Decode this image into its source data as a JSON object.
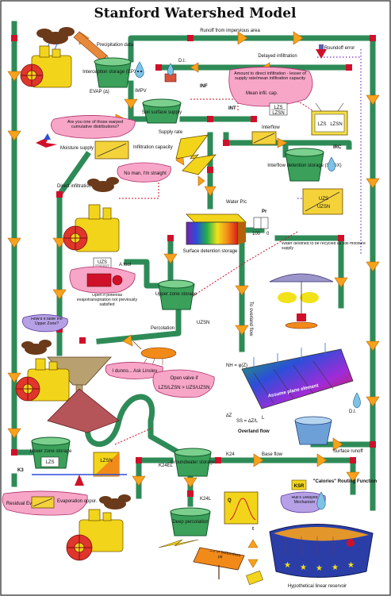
{
  "title": "Stanford Watershed Model",
  "labels": {
    "precipitation_data": "Precipitation data",
    "runoff_impervious": "Runoff from impervious area",
    "delayed_infiltration": "Delayed infiltration",
    "interception_storage": "Interception storage (EPXM)",
    "evap": "EVAP (∆)",
    "impv": "IMPV",
    "di": "D.I.",
    "inf": "INF",
    "int": "INT",
    "roundoff_error": "Roundoff error",
    "amount_direct_infiltration": "Amount to direct infiltration - lesser of supply rate/mean infiltration capacity",
    "mean_infil_cap": "Mean infil. cap.",
    "lzs": "LZS",
    "lzsn": "LZSN",
    "soil_surface_supply": "Soil surface supply",
    "supply_rate": "Supply rate",
    "interflow": "Interflow",
    "irc": "IRC",
    "interflow_detention_storage": "Interflow detention storage (SRGX)",
    "warped_question": "Are you one of those warped cumulative distributions?",
    "moisture_supply": "Moisture supply",
    "infiltration_capacity": "Infiltration capacity",
    "no_straight": "No man, I'm straight",
    "direct_infiltration": "Direct infiltration",
    "water_pic": "Water P/c",
    "pr": "Pr",
    "rate_100": "100",
    "rate_0": "0",
    "surface_detention_storage": "Surface detention storage",
    "water_destined": "Water destined to be recycled as soil moisture supply",
    "uzs": "UZS",
    "uzsn": "UZSN",
    "a_fool": "A fool",
    "open_if": "Open if potential evapotranspiration not previously satisfied",
    "upper_zone_storage": "Upper zone storage",
    "percolation": "Percolation",
    "to_overland_flow": "To overland flow",
    "how_fat": "How'd it taste the Upper Zone?",
    "dunno": "I dunno... Ask Linsley",
    "open_valve_if": "Open valve if",
    "open_valve_ratio": "LZS/LZSN > UZS/UZSN",
    "nh": "NH = φ(Z)",
    "overland_flow_element": "Assume plane element",
    "delta_z": "∆Z",
    "ss": "SS = ∆Z/L",
    "l": "L",
    "overland_flow": "Overland flow",
    "di2": "D.I.",
    "surface_runoff": "Surface runoff",
    "lower_zone_storage": "Lower zone storage",
    "lzsn_lower": "LZSN",
    "k3": "K3",
    "k24el": "K24EL",
    "k24": "K24",
    "base_flow": "Base flow",
    "groundwater_storage": "Groundwater storage",
    "k24l": "K24L",
    "deep_percolation": "Deep percolation",
    "residual_evaporation": "Residual Evap.",
    "evaporation_opportunity": "Evaporation oppor.",
    "ksr": "KSR",
    "calories_routing": "\"Calories\" Routing Function",
    "hulls_delayed": "Hull's Delayed Mechanism",
    "q": "Q",
    "t": "t",
    "beware": "Beware of bottomless pit",
    "hypothetical_reservoir": "Hypothetical linear reservoir"
  },
  "colors": {
    "pipe": "#2e8b57",
    "arrow": "#f7a21b",
    "node": "#d0102a",
    "bubble": "#f7a6c8"
  }
}
